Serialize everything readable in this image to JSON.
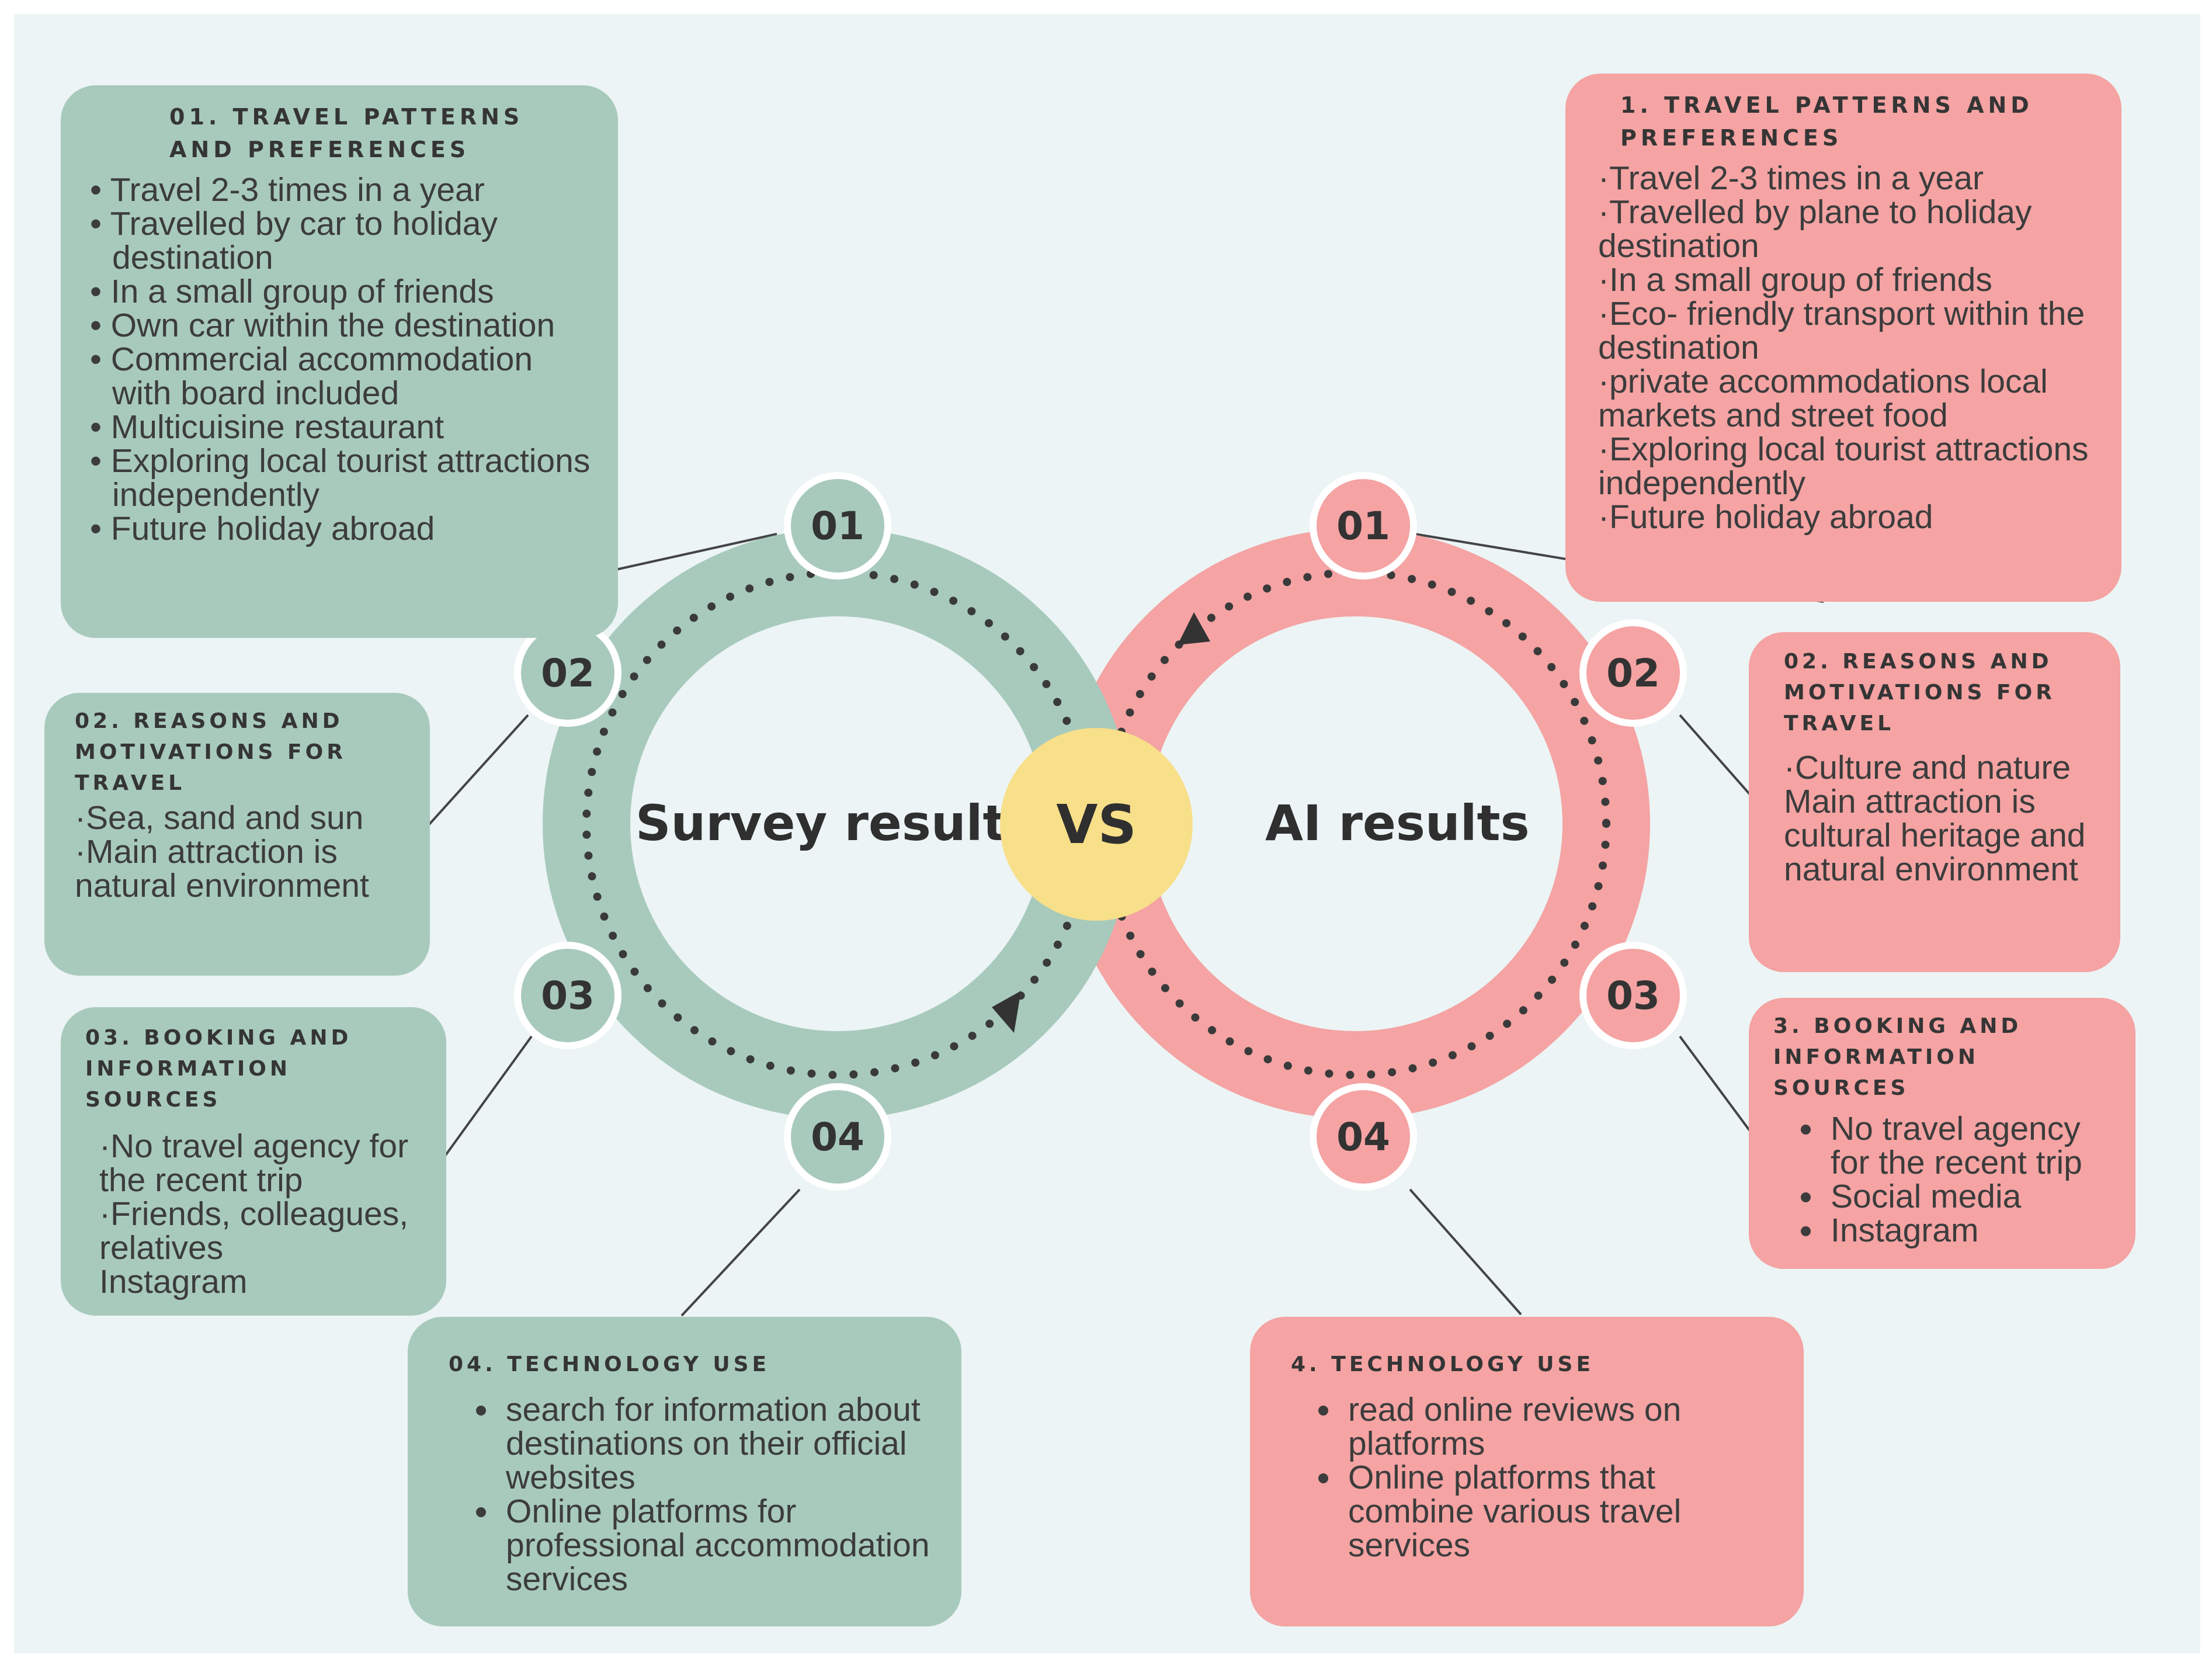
{
  "colors": {
    "survey": "#a8cabc",
    "ai": "#f5a3a3",
    "vs": "#f8df89",
    "background": "#ecf4f5"
  },
  "center": {
    "survey_label": "Survey results",
    "vs_label": "VS",
    "ai_label": "AI results"
  },
  "markers": {
    "m1": "01",
    "m2": "02",
    "m3": "03",
    "m4": "04"
  },
  "survey": {
    "box1": {
      "heading": "01. TRAVEL PATTERNS AND PREFERENCES",
      "items": [
        "• Travel 2-3 times in a year",
        "• Travelled by car to holiday destination",
        "• In a small group of friends",
        "• Own car within the destination",
        "• Commercial accommodation with board included",
        "• Multicuisine restaurant",
        "• Exploring local tourist attractions independently",
        "• Future holiday abroad"
      ]
    },
    "box2": {
      "heading": "02. REASONS AND MOTIVATIONS FOR TRAVEL",
      "items": [
        "·Sea, sand and sun",
        "·Main attraction is natural environment"
      ]
    },
    "box3": {
      "heading": "03. BOOKING AND INFORMATION SOURCES",
      "items": [
        "·No travel agency for the recent trip",
        "·Friends, colleagues, relatives",
        "Instagram"
      ]
    },
    "box4": {
      "heading": "04. TECHNOLOGY USE",
      "items": [
        "search for information about destinations on their official websites",
        "Online platforms for professional accommodation services"
      ]
    }
  },
  "ai": {
    "box1": {
      "heading": "1. TRAVEL PATTERNS AND PREFERENCES",
      "items": [
        "·Travel 2-3 times in a year",
        "·Travelled by plane to holiday destination",
        "·In a small group of friends",
        "·Eco- friendly transport within the destination",
        "·private accommodations local markets and street food",
        "·Exploring local tourist attractions independently",
        "·Future holiday abroad"
      ]
    },
    "box2": {
      "heading": "02. REASONS AND MOTIVATIONS FOR TRAVEL",
      "items": [
        "·Culture and nature",
        "Main attraction is cultural heritage and natural environment"
      ]
    },
    "box3": {
      "heading": "3. BOOKING AND INFORMATION SOURCES",
      "items": [
        "No travel agency for the recent trip",
        "Social media",
        "Instagram"
      ]
    },
    "box4": {
      "heading": "4. TECHNOLOGY USE",
      "items": [
        "read online reviews on platforms",
        "Online platforms that combine various travel services"
      ]
    }
  }
}
